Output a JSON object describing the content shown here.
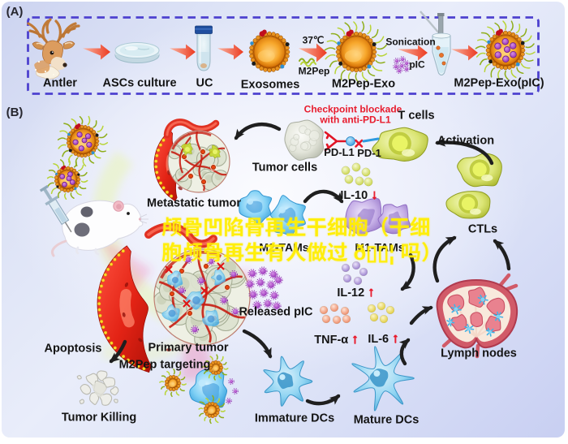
{
  "panel_a": {
    "letter": "(A)",
    "antler": "Antler",
    "ascs_culture": "ASCs culture",
    "uc": "UC",
    "exosomes": "Exosomes",
    "temperature": "37℃",
    "m2pep": "M2Pep",
    "m2pep_exo": "M2Pep-Exo",
    "sonication": "Sonication",
    "pic": "pIC",
    "m2pep_exo_pic": "M2Pep-Exo(pIC)"
  },
  "panel_b": {
    "letter": "(B)",
    "checkpoint_line1": "Checkpoint blockade",
    "checkpoint_line2": "with anti-PD-L1",
    "t_cells": "T cells",
    "activation": "Activation",
    "tumor_cells": "Tumor cells",
    "pd_l1": "PD-L1",
    "pd_1": "PD-1",
    "il10": {
      "label": "IL-10",
      "arrow": "↓"
    },
    "metastatic_tumor": "Metastatic tumor",
    "ctls": "CTLs",
    "m2_tams": "M2-TAMs",
    "m1_tams": "M1-TAMs",
    "il12": {
      "label": "IL-12",
      "arrow": "↑"
    },
    "released_pic": "Released pIC",
    "tnf_alpha": {
      "label": "TNF-α",
      "arrow": "↑"
    },
    "il6": {
      "label": "IL-6",
      "arrow": "↑"
    },
    "lymph_nodes": "Lymph nodes",
    "apoptosis": "Apoptosis",
    "primary_tumor": "Primary tumor",
    "m2pep_targeting": "M2Pep targeting",
    "tumor_killing": "Tumor Killing",
    "immature_dcs": "Immature DCs",
    "mature_dcs": "Mature DCs"
  },
  "watermark": {
    "line1": "颅骨凹陷骨再生干细胞（干细",
    "line2": "胞颅骨再生有人做过 ð▯▯¦ 吗）"
  },
  "colors": {
    "accent_red": "#e81b2d",
    "dashed_border": "#4d41cf",
    "watermark_yellow": "#ffee00",
    "exosome_orange": "#f5a623",
    "pic_purple": "#a93fc4"
  }
}
